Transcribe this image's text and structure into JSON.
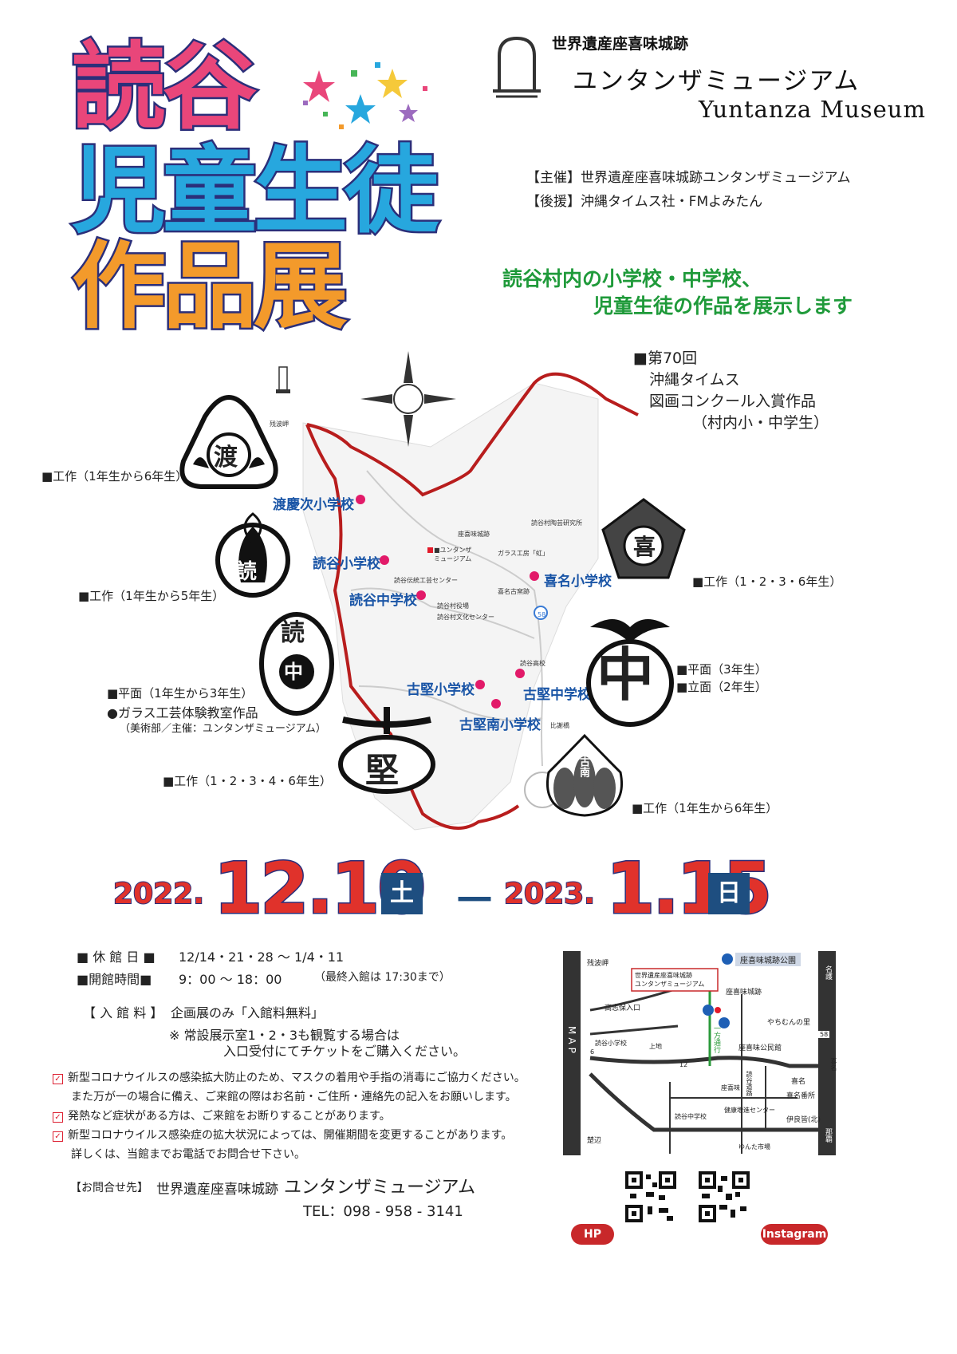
{
  "title": {
    "line1": "読谷",
    "line2": "児童生徒",
    "line3": "作品展"
  },
  "museum": {
    "heritage": "世界遺産座喜味城跡",
    "name_jp": "ユンタンザミュージアム",
    "name_en": "Yuntanza Museum"
  },
  "sponsors": {
    "organizer": "【主催】世界遺産座喜味城跡ユンタンザミュージアム",
    "support": "【後援】沖縄タイムス社・FMよみたん"
  },
  "lead": {
    "line1": "読谷村内の小学校・中学校、",
    "line2": "児童生徒の作品を展示します"
  },
  "map": {
    "schools": {
      "tokeshi": "渡慶次小学校",
      "yomitan_el": "読谷小学校",
      "yomitan_jh": "読谷中学校",
      "kina": "喜名小学校",
      "furugen_el": "古堅小学校",
      "furugen_jh": "古堅中学校",
      "furugen_minami": "古堅南小学校"
    },
    "labels": {
      "zanpa": "残波岬",
      "zakimi": "座喜味城跡",
      "pottery": "読谷村陶芸研究所",
      "yuntanza": "■ユンタンザ\nミュージアム",
      "glass": "ガラス工房「虹」",
      "craft": "読谷伝統工芸センター",
      "kina_kiln": "喜名古窯跡",
      "office": "読谷村役場",
      "culture": "読谷村文化センター",
      "highschool": "読谷高校",
      "hija": "比謝橋",
      "route58": "58"
    },
    "emblems": {
      "to": "渡",
      "yomi": "読",
      "yomi_naka_1": "読",
      "yomi_naka_2": "中",
      "kina": "喜",
      "naka": "中",
      "furugen": "堅",
      "furugen_minami": "古南"
    }
  },
  "categories": {
    "okinawa_times": {
      "line1": "■第70回",
      "line2": "沖縄タイムス",
      "line3": "図画コンクール入賞作品",
      "line4": "（村内小・中学生）"
    },
    "tokeshi": "■工作（1年生から6年生）",
    "yomitan_el": "■工作（1年生から5年生）",
    "yomitan_jh_1": "■平面（1年生から3年生）",
    "yomitan_jh_2": "●ガラス工芸体験教室作品",
    "yomitan_jh_3": "（美術部／主催：ユンタンザミュージアム）",
    "furugen_el": "■工作（1・2・3・4・6年生）",
    "kina": "■工作（1・2・3・6年生）",
    "furugen_jh_1": "■平面（3年生）",
    "furugen_jh_2": "■立面（2年生）",
    "furugen_minami": "■工作（1年生から6年生）"
  },
  "dates": {
    "start_year": "2022.",
    "start_date": "12.10",
    "start_dow": "土",
    "dash": "－",
    "end_year": "2023.",
    "end_date": "1.15",
    "end_dow": "日"
  },
  "info": {
    "closed_label": "■ 休 館 日 ■",
    "closed_value": "12/14・21・28 ～ 1/4・11",
    "hours_label": "■開館時間■",
    "hours_value": "9：00 ～ 18：00",
    "hours_note": "（最終入館は 17:30まで）",
    "fee_label": "【 入 館 料 】",
    "fee_value": "企画展のみ「入館料無料」",
    "fee_note1": "※ 常設展示室1・2・3も観覧する場合は",
    "fee_note2": "入口受付にてチケットをご購入ください。"
  },
  "notices": [
    "新型コロナウイルスの感染拡大防止のため、マスクの着用や手指の消毒にご協力ください。",
    "また万が一の場合に備え、ご来館の際はお名前・ご住所・連絡先の記入をお願いします。",
    "発熱など症状がある方は、ご来館をお断りすることがあります。",
    "新型コロナウイルス感染症の拡大状況によっては、開催期間を変更することがあります。",
    "詳しくは、当館までお電話でお問合せ下さい。"
  ],
  "contact": {
    "label": "【お問合せ先】",
    "heritage": "世界遺産座喜味城跡",
    "name": "ユンタンザミュージアム",
    "tel": "TEL：098 - 958 - 3141"
  },
  "access_map": {
    "side_label": "MAP",
    "park": "座喜味城跡公園",
    "museum_box": "世界遺産座喜味城跡\nユンタンザミュージアム",
    "zanpa": "残波岬",
    "takashi": "高志保入口",
    "castle": "座喜味城跡",
    "yachimun": "やちむんの里",
    "kouminkan": "座喜味公民館",
    "oneway": "一方通行",
    "yomitan_el": "読谷小学校",
    "uechi": "上地",
    "zakimi": "座喜味",
    "bypass": "読谷道路",
    "kina": "喜名",
    "kina_bansho": "喜名番所",
    "yomitan_jh": "読谷中学校",
    "health": "健康増進センター",
    "ifa": "伊良皆(北)",
    "yuntan_ichiba": "ゆんた市場",
    "toya": "楚辺",
    "nago": "名護",
    "naha": "那覇",
    "kina_side": "喜名",
    "r6": "6",
    "r12": "12",
    "r58": "58"
  },
  "qr": {
    "hp": "HP",
    "instagram": "Instagram"
  }
}
